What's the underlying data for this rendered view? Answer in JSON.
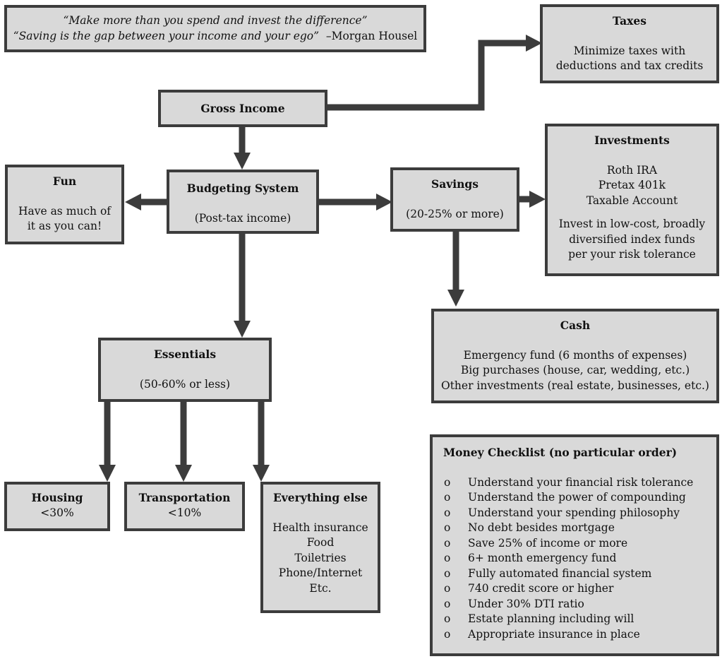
{
  "quote": {
    "line1": "“Make more than you spend and invest the difference”",
    "line2": "“Saving is the gap between your income and your ego”",
    "author": "–Morgan Housel"
  },
  "taxes": {
    "title": "Taxes",
    "lines": [
      "Minimize taxes with",
      "deductions and tax credits"
    ]
  },
  "gross_income": {
    "title": "Gross Income"
  },
  "investments": {
    "title": "Investments",
    "accounts": [
      "Roth IRA",
      "Pretax 401k",
      "Taxable Account"
    ],
    "advice": [
      "Invest in low-cost, broadly",
      "diversified index funds",
      "per your risk tolerance"
    ]
  },
  "fun": {
    "title": "Fun",
    "lines": [
      "Have as much of",
      "it as you can!"
    ]
  },
  "budgeting": {
    "title": "Budgeting System",
    "note": "(Post-tax income)"
  },
  "savings": {
    "title": "Savings",
    "note": "(20-25% or more)"
  },
  "cash": {
    "title": "Cash",
    "lines": [
      "Emergency fund (6 months of expenses)",
      "Big purchases (house, car, wedding, etc.)",
      "Other investments (real estate, businesses, etc.)"
    ]
  },
  "essentials": {
    "title": "Essentials",
    "note": "(50-60% or less)"
  },
  "housing": {
    "title": "Housing",
    "note": "<30%"
  },
  "transportation": {
    "title": "Transportation",
    "note": "<10%"
  },
  "everything_else": {
    "title": "Everything else",
    "lines": [
      "Health insurance",
      "Food",
      "Toiletries",
      "Phone/Internet",
      "Etc."
    ]
  },
  "checklist": {
    "title": "Money Checklist (no particular order)",
    "bullet": "o",
    "items": [
      "Understand your financial risk tolerance",
      "Understand the power of compounding",
      "Understand your spending philosophy",
      "No debt besides mortgage",
      "Save 25% of income or more",
      "6+ month emergency fund",
      "Fully automated financial system",
      "740 credit score or higher",
      "Under 30% DTI ratio",
      "Estate planning including will",
      "Appropriate insurance in place"
    ]
  }
}
